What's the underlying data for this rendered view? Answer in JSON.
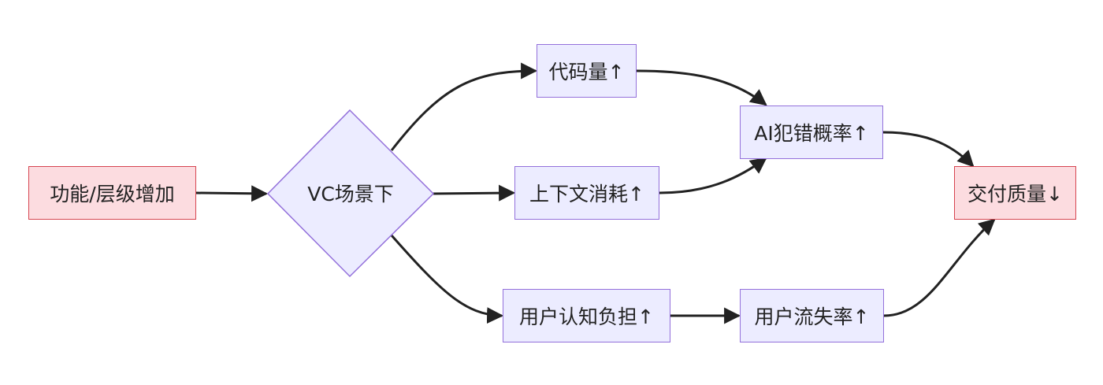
{
  "nodes": {
    "start": "功能/层级增加",
    "decision": "VC场景下",
    "code": "代码量↑",
    "context": "上下文消耗↑",
    "error": "AI犯错概率↑",
    "cognitive": "用户认知负担↑",
    "churn": "用户流失率↑",
    "quality": "交付质量↓"
  },
  "edges": [
    {
      "from": "功能/层级增加",
      "to": "VC场景下"
    },
    {
      "from": "VC场景下",
      "to": "代码量↑"
    },
    {
      "from": "VC场景下",
      "to": "上下文消耗↑"
    },
    {
      "from": "VC场景下",
      "to": "用户认知负担↑"
    },
    {
      "from": "代码量↑",
      "to": "AI犯错概率↑"
    },
    {
      "from": "上下文消耗↑",
      "to": "AI犯错概率↑"
    },
    {
      "from": "用户认知负担↑",
      "to": "用户流失率↑"
    },
    {
      "from": "AI犯错概率↑",
      "to": "交付质量↓"
    },
    {
      "from": "用户流失率↑",
      "to": "交付质量↓"
    }
  ],
  "colors": {
    "node_fill": "#ececff",
    "node_border": "#9370db",
    "highlight_fill": "#fcdce0",
    "highlight_border": "#d64550",
    "edge": "#222222"
  }
}
